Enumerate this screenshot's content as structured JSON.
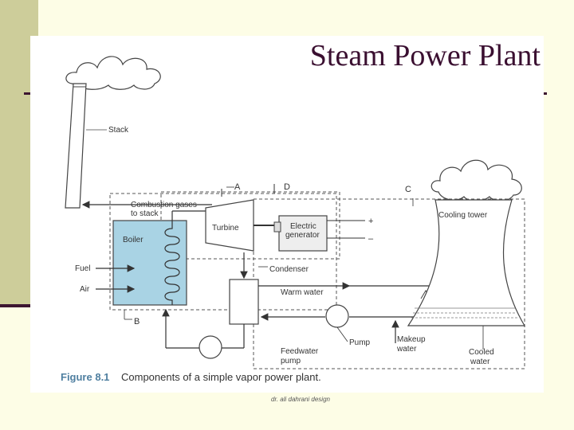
{
  "slide": {
    "title": "Steam Power Plant",
    "footer": "dr. ali dahrani design"
  },
  "diagram": {
    "caption_label": "Figure 8.1",
    "caption_text": "Components of a simple vapor power plant.",
    "labels": {
      "stack": "Stack",
      "combustion_1": "Combustion gases",
      "combustion_2": "to stack",
      "a": "A",
      "b": "B",
      "c": "C",
      "d": "D",
      "boiler": "Boiler",
      "turbine": "Turbine",
      "generator_1": "Electric",
      "generator_2": "generator",
      "plus": "+",
      "minus": "–",
      "condenser": "Condenser",
      "warm_water": "Warm water",
      "fuel": "Fuel",
      "air": "Air",
      "cooling_tower": "Cooling tower",
      "pump": "Pump",
      "feedwater_1": "Feedwater",
      "feedwater_2": "pump",
      "makeup_1": "Makeup",
      "makeup_2": "water",
      "cooled_1": "Cooled",
      "cooled_2": "water"
    }
  },
  "colors": {
    "boiler_fill": "#a9d3e4",
    "title": "#3a0f30",
    "accent_bar": "#cdcd9a"
  }
}
